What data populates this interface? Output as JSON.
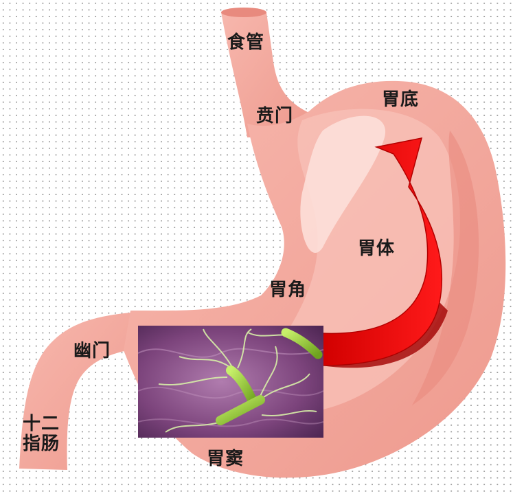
{
  "labels": {
    "esophagus": "食管",
    "cardia": "贲门",
    "fundus": "胃底",
    "body": "胃体",
    "angle": "胃角",
    "pylorus": "幽门",
    "duodenum_line1": "十二",
    "duodenum_line2": "指肠",
    "antrum": "胃窦"
  },
  "colors": {
    "stomach_outer": "#f3a79b",
    "stomach_inner": "#f8c2b8",
    "stomach_highlight": "#fbd9d2",
    "arrow": "#e60000",
    "arrow_dark": "#b30000",
    "photo_bg": "#8a4f86",
    "bacteria": "#9acd32"
  },
  "icons": {
    "arrow": "curved-arrow-icon",
    "photo": "helicobacter-pylori-image"
  }
}
